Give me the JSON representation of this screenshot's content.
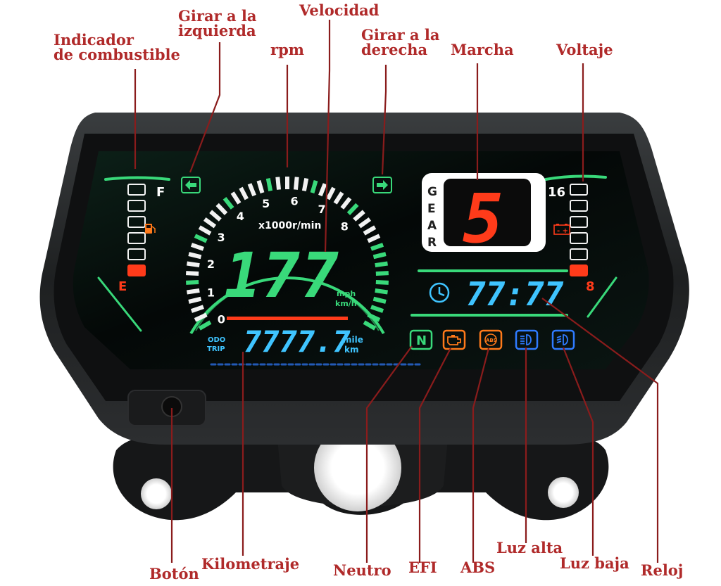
{
  "labels": {
    "fuel_line1": "Indicador",
    "fuel_line2": "de combustible",
    "left_turn_line1": "Girar a la",
    "left_turn_line2": "izquierda",
    "rpm": "rpm",
    "speed": "Velocidad",
    "right_turn_line1": "Girar a la",
    "right_turn_line2": "derecha",
    "gear": "Marcha",
    "voltage": "Voltaje",
    "button": "Botón",
    "odometer": "Kilometraje",
    "neutral": "Neutro",
    "efi": "EFI",
    "abs": "ABS",
    "high_beam": "Luz alta",
    "low_beam": "Luz baja",
    "clock": "Reloj"
  },
  "display": {
    "fuel_full": "F",
    "fuel_empty": "E",
    "rpm_unit": "x1000r/min",
    "rpm_ticks": [
      "0",
      "1",
      "2",
      "3",
      "4",
      "5",
      "6",
      "7",
      "8"
    ],
    "speed_value": "177",
    "speed_unit_1": "mph",
    "speed_unit_2": "km/h",
    "odo_label": "ODO",
    "trip_label": "TRIP",
    "odo_value": "7777.7",
    "odo_unit_1": "mile",
    "odo_unit_2": "km",
    "gear_word": [
      "G",
      "E",
      "A",
      "R"
    ],
    "gear_value": "5",
    "volt_high": "16",
    "volt_low": "8",
    "clock_value": "77:77",
    "neutral_letter": "N",
    "abs_text": "ABS"
  },
  "colors": {
    "label": "#b02a2a",
    "green": "#39d97a",
    "cyan": "#3fc4ff",
    "red": "#ff3b1a",
    "orange": "#ff7a1a",
    "blue": "#2f7bff"
  }
}
